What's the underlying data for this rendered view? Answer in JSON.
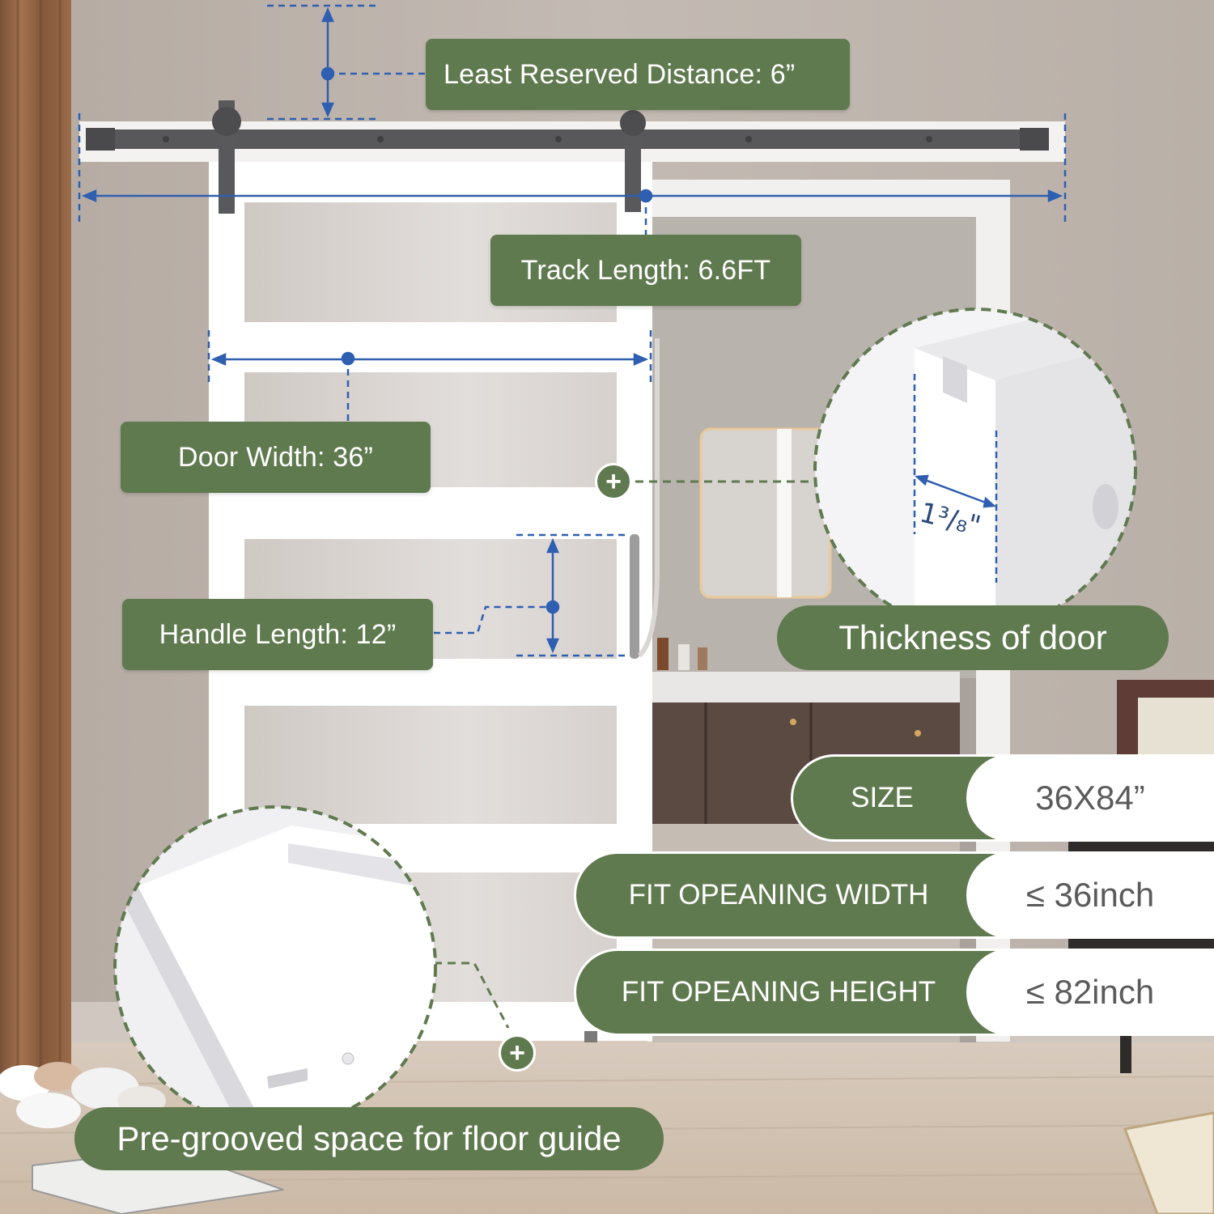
{
  "annotations": {
    "reserved_distance": "Least Reserved Distance: 6”",
    "track_length": "Track Length: 6.6FT",
    "door_width": "Door Width: 36”",
    "handle_length": "Handle Length: 12”",
    "thickness": "Thickness of door",
    "thickness_value": "1³/₈\"",
    "floor_guide": "Pre-grooved space for floor guide"
  },
  "specs": [
    {
      "key": "SIZE",
      "value": "36X84”"
    },
    {
      "key": "FIT OPEANING WIDTH",
      "value": "≤ 36inch"
    },
    {
      "key": "FIT OPEANING HEIGHT",
      "value": "≤ 82inch"
    }
  ],
  "icons": {
    "detail_marker": "plus-icon"
  },
  "colors": {
    "label_green": "#607a4f",
    "dimension_blue": "#2f5fb0",
    "wall": "#bcb3ab",
    "door": "#ffffff",
    "track": "#58585a"
  }
}
